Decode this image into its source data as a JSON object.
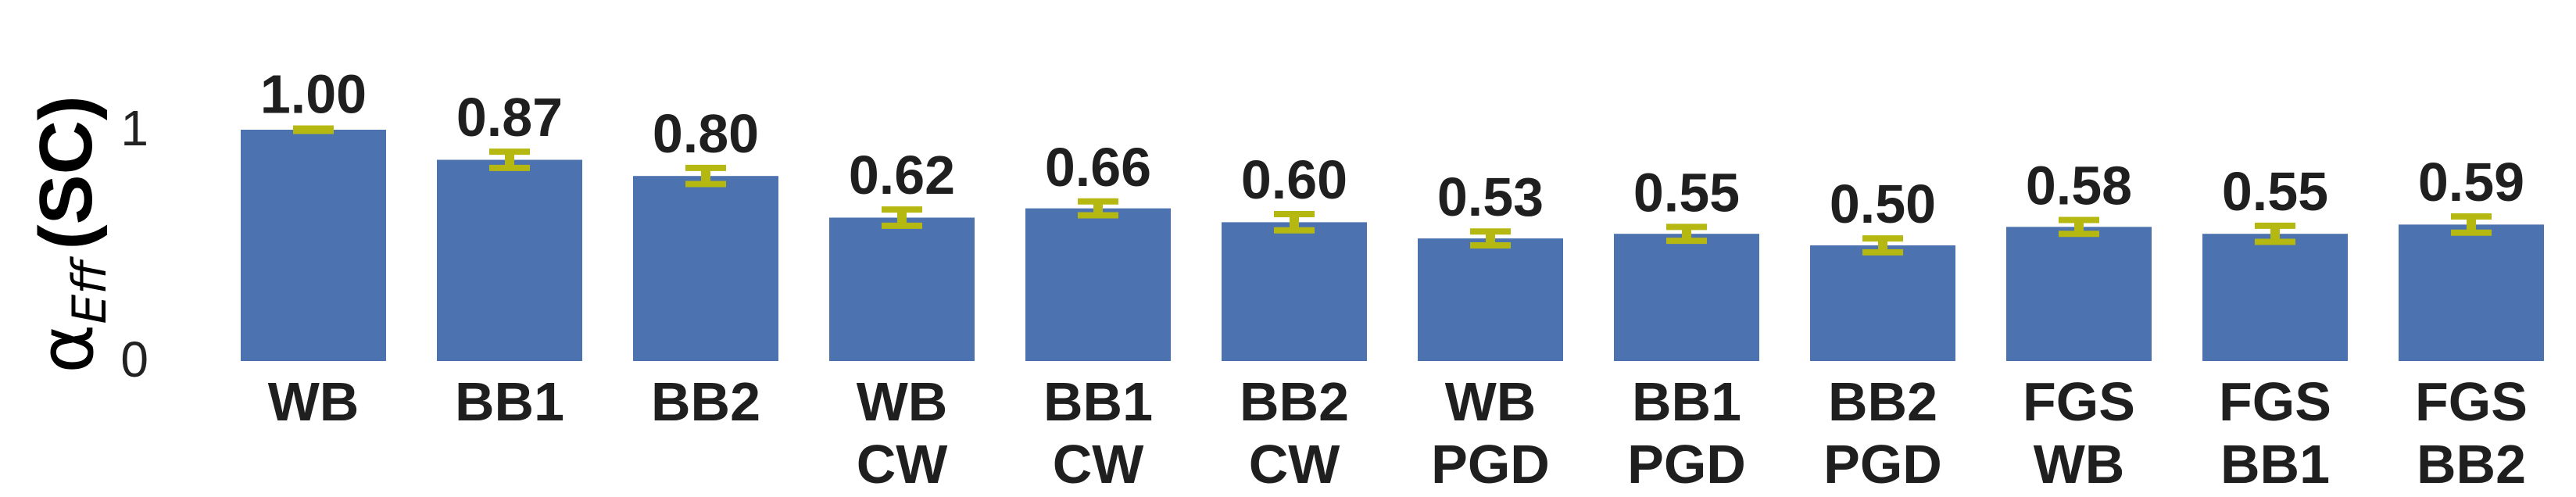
{
  "chart_data": {
    "type": "bar",
    "ylabel": {
      "symbol": "α",
      "subscript": "Eff",
      "suffix": "(SC)"
    },
    "yticks": [
      "0",
      "1"
    ],
    "ylim": [
      0,
      1.18
    ],
    "grid": false,
    "legend": "none",
    "colors": {
      "bar": "#4c72b0",
      "errorbar": "#b5b810"
    },
    "categories": [
      [
        "WB"
      ],
      [
        "BB1"
      ],
      [
        "BB2"
      ],
      [
        "WB",
        "CW"
      ],
      [
        "BB1",
        "CW"
      ],
      [
        "BB2",
        "CW"
      ],
      [
        "WB",
        "PGD"
      ],
      [
        "BB1",
        "PGD"
      ],
      [
        "BB2",
        "PGD"
      ],
      [
        "FGS",
        "WB"
      ],
      [
        "FGS",
        "BB1"
      ],
      [
        "FGS",
        "BB2"
      ]
    ],
    "values": [
      1.0,
      0.87,
      0.8,
      0.62,
      0.66,
      0.6,
      0.53,
      0.55,
      0.5,
      0.58,
      0.55,
      0.59
    ],
    "value_labels": [
      "1.00",
      "0.87",
      "0.80",
      "0.62",
      "0.66",
      "0.60",
      "0.53",
      "0.55",
      "0.50",
      "0.58",
      "0.55",
      "0.59"
    ],
    "errors": [
      0.005,
      0.035,
      0.035,
      0.035,
      0.03,
      0.035,
      0.03,
      0.03,
      0.03,
      0.03,
      0.035,
      0.035
    ]
  }
}
